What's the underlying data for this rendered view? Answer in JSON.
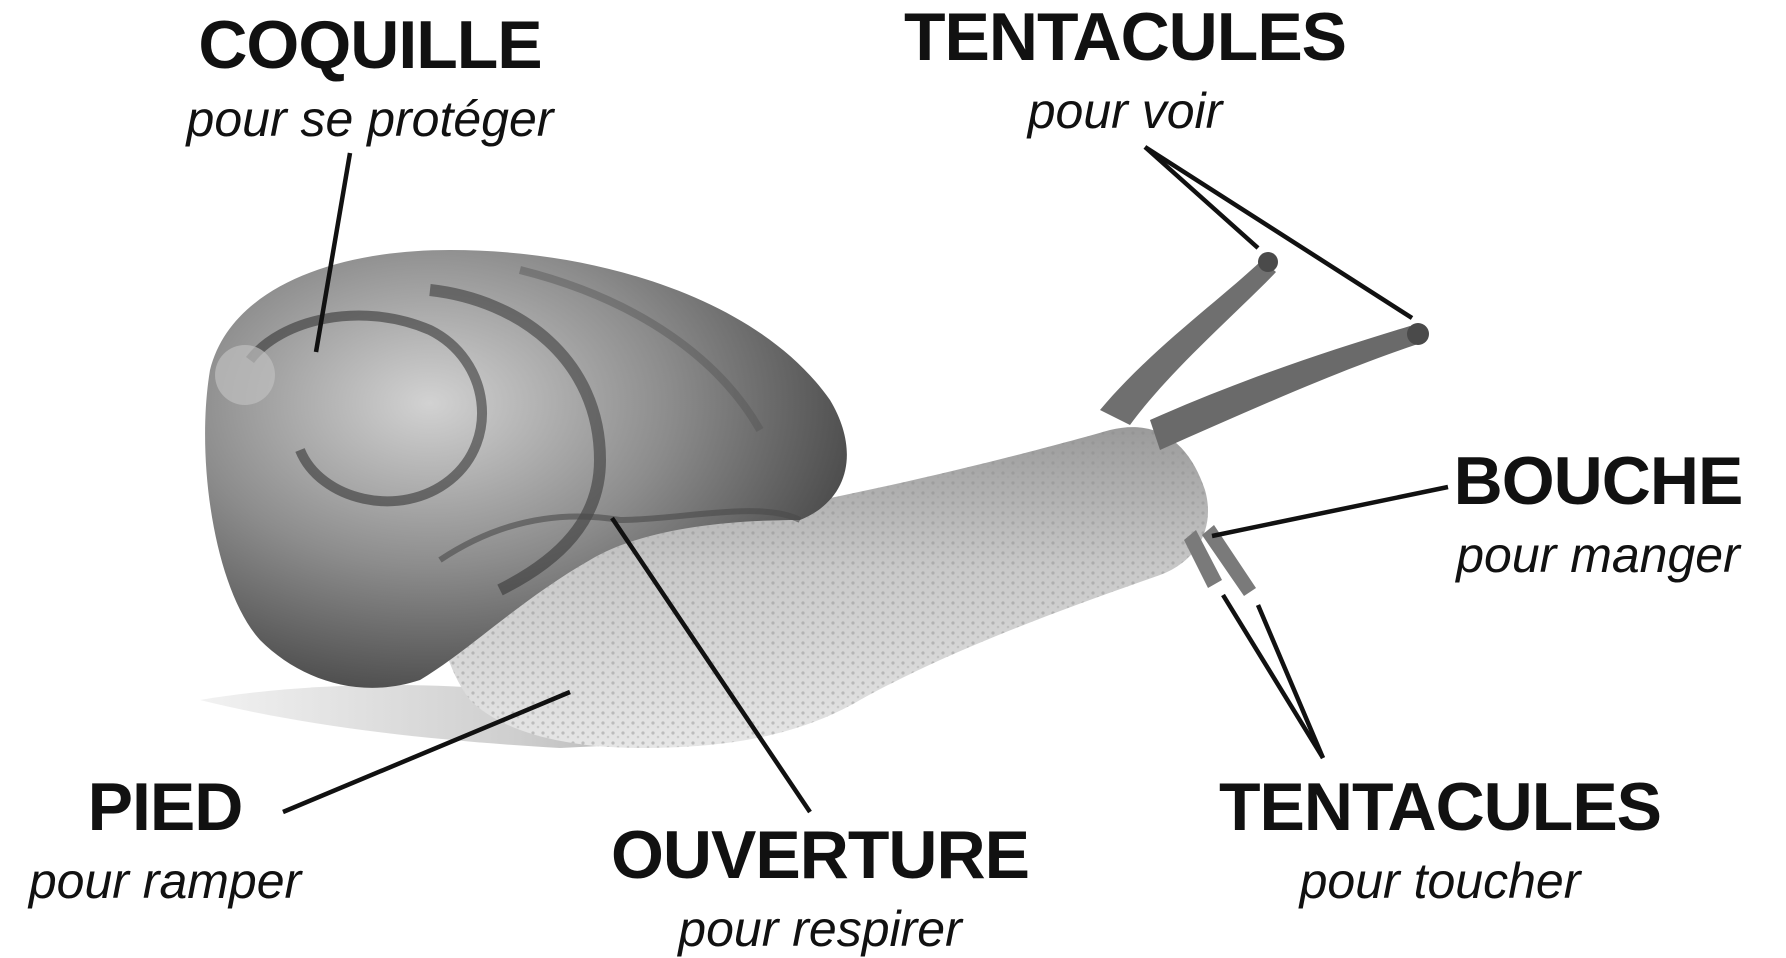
{
  "labels": {
    "coquille": {
      "name": "COQUILLE",
      "role": "pour se protéger"
    },
    "tentacules_voir": {
      "name": "TENTACULES",
      "role": "pour voir"
    },
    "bouche": {
      "name": "BOUCHE",
      "role": "pour manger"
    },
    "pied": {
      "name": "PIED",
      "role": "pour ramper"
    },
    "ouverture": {
      "name": "OUVERTURE",
      "role": "pour respirer"
    },
    "tentacules_toucher": {
      "name": "TENTACULES",
      "role": "pour toucher"
    }
  },
  "colors": {
    "background": "#ffffff",
    "text": "#111111",
    "leader_line": "#111111",
    "body_light": "#d8d8d8",
    "body_dark": "#7a7a7a",
    "shell_light": "#bdbdbd",
    "shell_dark": "#3a3a3a"
  }
}
